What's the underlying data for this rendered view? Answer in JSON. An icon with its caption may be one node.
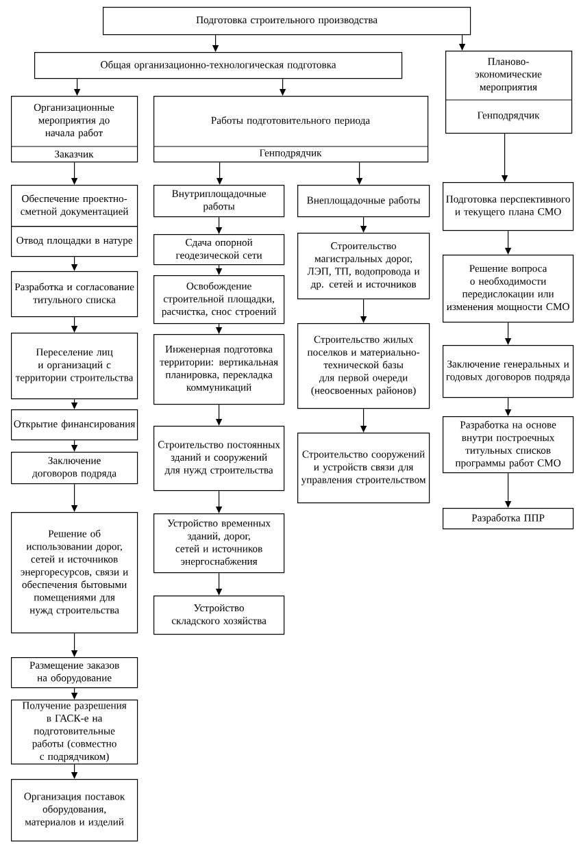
{
  "diagram": {
    "nodes": [
      {
        "text": [
          "Подготовка строительного производства"
        ]
      },
      {
        "text": [
          "Общая организационно-технологическая подготовка"
        ]
      },
      {
        "text": [
          "Планово-экономические мероприятия",
          "Генподрядчик"
        ]
      },
      {
        "text": [
          "Организационные мероприятия до начала работ",
          "Заказчик"
        ]
      },
      {
        "text": [
          "Работы подготовительного периода",
          "Генподрядчик"
        ]
      },
      {
        "text": [
          "Обеспечение проектно-сметной документацией"
        ]
      },
      {
        "text": [
          "Отвод площадки в натуре"
        ]
      },
      {
        "text": [
          "Разработка и согласование титульного списка"
        ]
      },
      {
        "text": [
          "Переселение лиц и организаций с территории строительства"
        ]
      },
      {
        "text": [
          "Открытие финансирования"
        ]
      },
      {
        "text": [
          "Заключение договоров подряда"
        ]
      },
      {
        "text": [
          "Решение об использовании дорог, сетей и источников энергоресурсов, связи и обеспечения бытовыми помещениями для нужд строительства"
        ]
      },
      {
        "text": [
          "Размещение заказов на оборудование"
        ]
      },
      {
        "text": [
          "Получение разрешения в ГАСК-е на подготовительные работы (совместно с подрядчиком)"
        ]
      },
      {
        "text": [
          "Организация поставок оборудования, материалов и изделий"
        ]
      },
      {
        "text": [
          "Внутриплощадочные работы"
        ]
      },
      {
        "text": [
          "Сдача опорной геодезической сети"
        ]
      },
      {
        "text": [
          "Освобождение строительной площадки, расчистка, снос строений"
        ]
      },
      {
        "text": [
          "Инженерная подготовка территории: вертикальная планировка, перекладка коммуникаций"
        ]
      },
      {
        "text": [
          "Строительство постоянных зданий и сооружений для нужд строительства"
        ]
      },
      {
        "text": [
          "Устройство временных зданий, дорог, сетей и источников энергоснабжения"
        ]
      },
      {
        "text": [
          "Устройство складского хозяйства"
        ]
      },
      {
        "text": [
          "Внеплощадочные работы"
        ]
      },
      {
        "text": [
          "Строительство магистральных дорог, ЛЭП, ТП, водопровода и др. сетей и источников"
        ]
      },
      {
        "text": [
          "Строительство жилых поселков и материально-технической базы для первой очереди (неосвоенных районов)"
        ]
      },
      {
        "text": [
          "Строительство сооружений и устройств связи для управления строительством"
        ]
      },
      {
        "text": [
          "Подготовка перспективного и текущего плана СМО"
        ]
      },
      {
        "text": [
          "Решение вопроса о необходимости передислокации или изменения мощности СМО"
        ]
      },
      {
        "text": [
          "Заключение генеральных и годовых договоров подряда"
        ]
      },
      {
        "text": [
          "Разработка на основе внутри построечных титульных списков программы работ СМО"
        ]
      },
      {
        "text": [
          "Разработка ППР"
        ]
      }
    ],
    "edges": [
      {
        "from": 0,
        "to": 1,
        "arrow": "to"
      },
      {
        "from": 0,
        "to": 2,
        "arrow": "to"
      },
      {
        "from": 1,
        "to": 3,
        "arrow": "to"
      },
      {
        "from": 1,
        "to": 4,
        "arrow": "to"
      },
      {
        "from": 3,
        "to": 5,
        "arrow": "to"
      },
      {
        "from": 6,
        "to": 7,
        "arrow": "to"
      },
      {
        "from": 7,
        "to": 8,
        "arrow": "to"
      },
      {
        "from": 8,
        "to": 9,
        "arrow": "to"
      },
      {
        "from": 9,
        "to": 10,
        "arrow": "to"
      },
      {
        "from": 10,
        "to": 11,
        "arrow": "to"
      },
      {
        "from": 11,
        "to": 12,
        "arrow": "to"
      },
      {
        "from": 12,
        "to": 13,
        "arrow": "to"
      },
      {
        "from": 13,
        "to": 14,
        "arrow": "to"
      },
      {
        "from": 4,
        "to": 15,
        "arrow": "to"
      },
      {
        "from": 15,
        "to": 16,
        "arrow": "to"
      },
      {
        "from": 16,
        "to": 17,
        "arrow": "to"
      },
      {
        "from": 17,
        "to": 18,
        "arrow": "to"
      },
      {
        "from": 18,
        "to": 19,
        "arrow": "to"
      },
      {
        "from": 19,
        "to": 20,
        "arrow": "to"
      },
      {
        "from": 20,
        "to": 21,
        "arrow": "to"
      },
      {
        "from": 4,
        "to": 22,
        "arrow": "to"
      },
      {
        "from": 22,
        "to": 23,
        "arrow": "to"
      },
      {
        "from": 23,
        "to": 24,
        "arrow": "to"
      },
      {
        "from": 24,
        "to": 25,
        "arrow": "to"
      },
      {
        "from": 2,
        "to": 26,
        "arrow": "to"
      },
      {
        "from": 26,
        "to": 27,
        "arrow": "to"
      },
      {
        "from": 27,
        "to": 28,
        "arrow": "to"
      },
      {
        "from": 28,
        "to": 29,
        "arrow": "to"
      },
      {
        "from": 29,
        "to": 30,
        "arrow": "to"
      }
    ]
  }
}
